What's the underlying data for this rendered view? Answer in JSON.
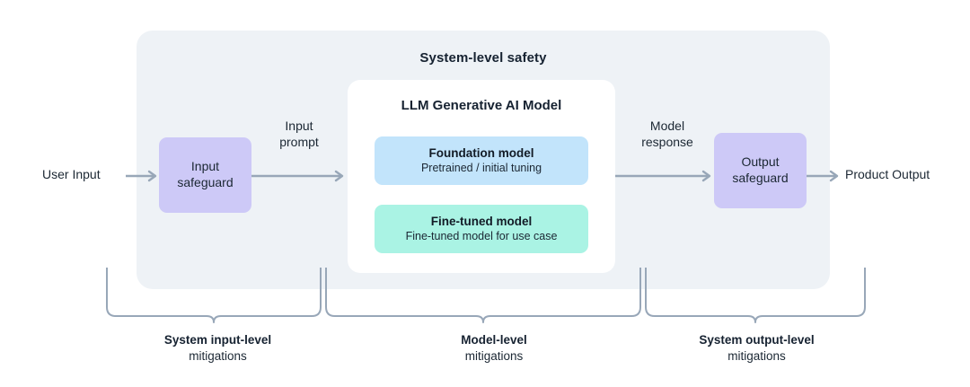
{
  "diagram": {
    "system_panel": {
      "title": "System-level safety"
    },
    "llm_card": {
      "title": "LLM Generative AI Model",
      "models": [
        {
          "name": "Foundation model",
          "description": "Pretrained / initial tuning",
          "color": "#c2e4fb"
        },
        {
          "name": "Fine-tuned model",
          "description": "Fine-tuned model for use case",
          "color": "#aaf3e4"
        }
      ]
    },
    "safeguards": [
      {
        "line1": "Input",
        "line2": "safeguard",
        "color": "#cdc9f7"
      },
      {
        "line1": "Output",
        "line2": "safeguard",
        "color": "#cdc9f7"
      }
    ],
    "endpoints": {
      "input": "User Input",
      "output": "Product Output"
    },
    "flow_labels": {
      "input_prompt_line1": "Input",
      "input_prompt_line2": "prompt",
      "model_response_line1": "Model",
      "model_response_line2": "response"
    },
    "brackets": [
      {
        "title": "System input-level",
        "subtitle": "mitigations"
      },
      {
        "title": "Model-level",
        "subtitle": "mitigations"
      },
      {
        "title": "System output-level",
        "subtitle": "mitigations"
      }
    ],
    "colors": {
      "panel_bg": "#eef2f6",
      "card_bg": "#ffffff",
      "foundation": "#c2e4fb",
      "finetuned": "#aaf3e4",
      "safeguard": "#cdc9f7",
      "connector": "#98a7b8",
      "text": "#1b2733"
    }
  }
}
